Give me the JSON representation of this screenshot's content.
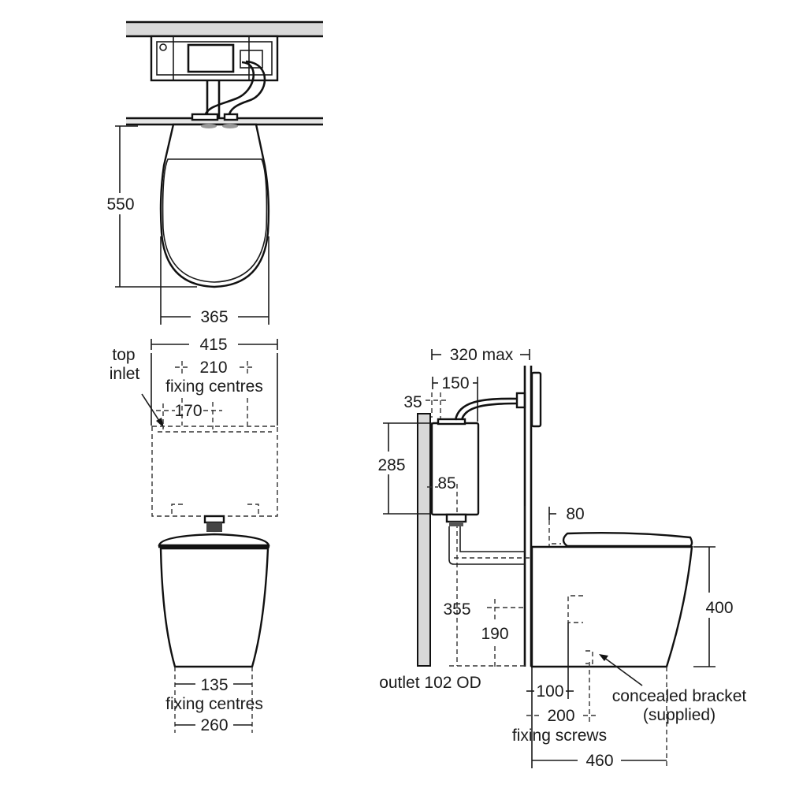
{
  "top_view": {
    "depth_dim": "550",
    "width_dim": "365"
  },
  "front_view": {
    "cistern_width_dim": "415",
    "top_inlet_line1": "top",
    "top_inlet_line2": "inlet",
    "cistern_fixing_dim": "210",
    "cistern_fixing_label": "fixing centres",
    "inlet_offset_dim": "170",
    "pan_fixing_dim": "135",
    "pan_fixing_label": "fixing centres",
    "pan_width_dim": "260"
  },
  "side_view": {
    "frame_depth_dim": "320 max",
    "cistern_depth_dim": "150",
    "wall_gap_dim": "35",
    "cistern_height_dim": "285",
    "outlet_offset_dim": "85",
    "seat_offset_dim": "80",
    "pan_height_dim": "400",
    "inlet_height_dim": "355",
    "outlet_height_dim": "190",
    "outlet_label": "outlet 102 OD",
    "bracket_offset_dim": "100",
    "bracket_label_line1": "concealed bracket",
    "bracket_label_line2": "(supplied)",
    "screw_dim": "200",
    "screw_label": "fixing screws",
    "pan_projection_dim": "460"
  },
  "colors": {
    "line": "#1a1a1a",
    "wall": "#d9d9d9"
  }
}
